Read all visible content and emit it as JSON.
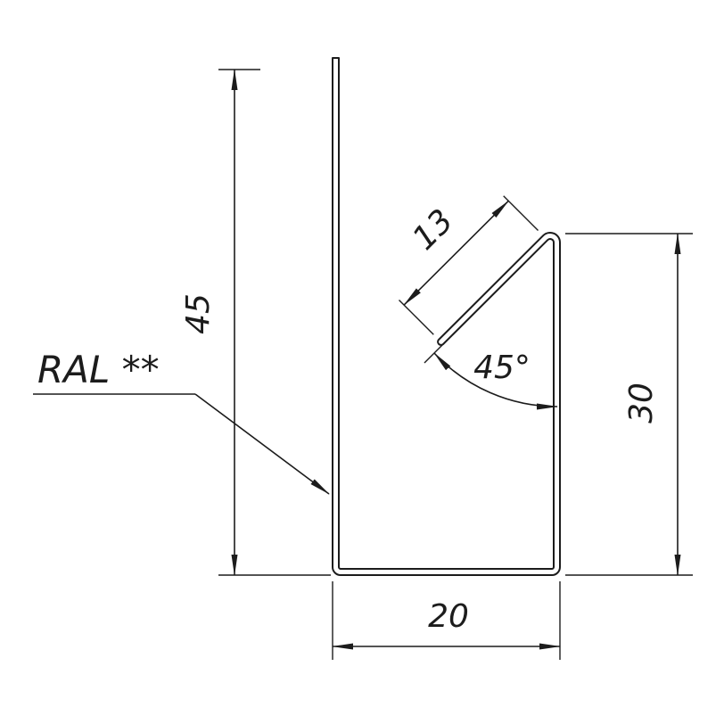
{
  "drawing": {
    "title": "sheet-metal-profile-cross-section",
    "label": {
      "text": "RAL **"
    },
    "dimensions": {
      "left_height": "45",
      "flange_length": "13",
      "angle": "45°",
      "right_height": "30",
      "bottom_width": "20"
    },
    "colors": {
      "line": "#1c1c1c",
      "background": "#ffffff"
    }
  }
}
